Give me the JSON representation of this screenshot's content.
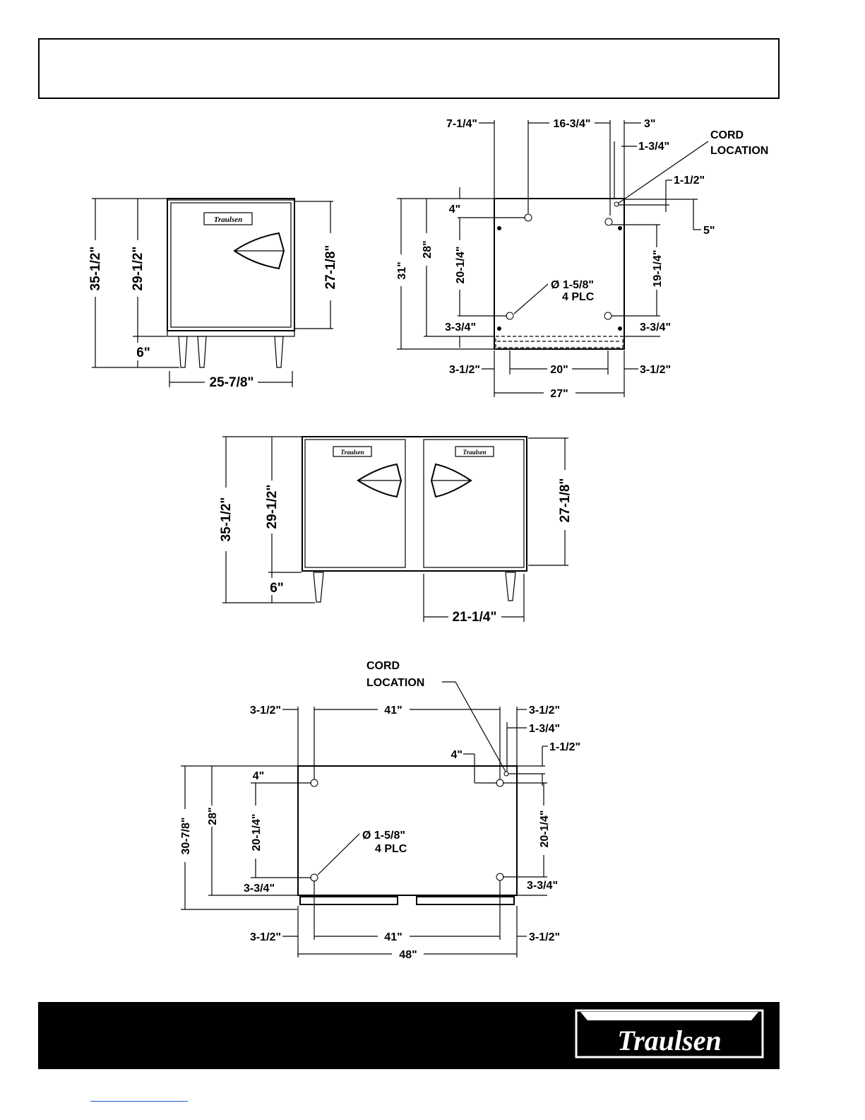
{
  "brand": {
    "name": "Traulsen"
  },
  "single_front": {
    "overall_height": "35-1/2\"",
    "cabinet_height": "29-1/2\"",
    "door_height": "27-1/8\"",
    "leg_height": "6\"",
    "width": "25-7/8\""
  },
  "single_plan": {
    "left_offset": "7-1/4\"",
    "hole_span": "16-3/4\"",
    "right_offset": "3\"",
    "cord_offset": "1-3/4\"",
    "cord_label_line1": "CORD",
    "cord_label_line2": "LOCATION",
    "cord_depth": "1-1/2\"",
    "right_top": "5\"",
    "top_inset": "4\"",
    "depth_total": "31\"",
    "depth_inner": "28\"",
    "hole_depth_left": "20-1/4\"",
    "hole_depth_right": "19-1/4\"",
    "hole_label_line1": "Ø 1-5/8\"",
    "hole_label_line2": "4 PLC",
    "bottom_left": "3-3/4\"",
    "bottom_right": "3-3/4\"",
    "foot_left": "3-1/2\"",
    "foot_span": "20\"",
    "foot_right": "3-1/2\"",
    "overall_width": "27\""
  },
  "double_front": {
    "overall_height": "35-1/2\"",
    "cabinet_height": "29-1/2\"",
    "door_height": "27-1/8\"",
    "leg_height": "6\"",
    "door_width": "21-1/4\""
  },
  "double_plan": {
    "cord_label_line1": "CORD",
    "cord_label_line2": "LOCATION",
    "left_offset": "3-1/2\"",
    "hole_span": "41\"",
    "right_offset": "3-1/2\"",
    "cord_offset": "1-3/4\"",
    "cord_inset": "4\"",
    "cord_depth": "1-1/2\"",
    "top_inset": "4\"",
    "depth_total": "30-7/8\"",
    "depth_inner": "28\"",
    "hole_depth_left": "20-1/4\"",
    "hole_depth_right": "20-1/4\"",
    "hole_label_line1": "Ø 1-5/8\"",
    "hole_label_line2": "4 PLC",
    "bottom_left": "3-3/4\"",
    "bottom_right": "3-3/4\"",
    "foot_left": "3-1/2\"",
    "foot_span": "41\"",
    "foot_right": "3-1/2\"",
    "overall_width": "48\""
  }
}
